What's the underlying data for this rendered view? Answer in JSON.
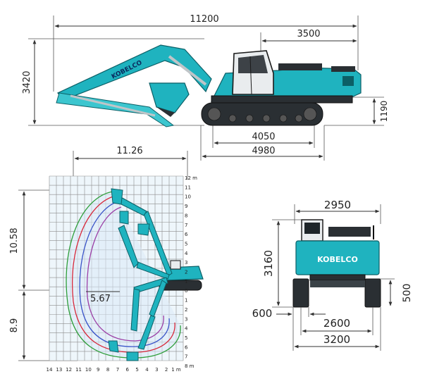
{
  "side_view": {
    "total_length": "11200",
    "rear_length": "3500",
    "height": "3420",
    "clearance": "1190",
    "tumbler_distance": "4050",
    "track_length": "4980",
    "brand": "KOBELCO"
  },
  "range_diagram": {
    "max_reach": "11.26",
    "max_height": "10.58",
    "max_dig_depth": "8.9",
    "vertical_wall_depth": "5.67",
    "right_scale": [
      "12 m",
      "11",
      "10",
      "9",
      "8",
      "7",
      "6",
      "5",
      "4",
      "3",
      "2",
      "1",
      "0",
      "1",
      "2",
      "3",
      "4",
      "5",
      "6",
      "7",
      "8 m"
    ],
    "bottom_scale": [
      "14",
      "13",
      "12",
      "11",
      "10",
      "9",
      "8",
      "7",
      "6",
      "5",
      "4",
      "3",
      "2",
      "1 m"
    ]
  },
  "rear_view": {
    "overall_width": "2950",
    "height": "3160",
    "counterweight_clearance": "500",
    "shoe_width": "600",
    "track_gauge": "2600",
    "undercarriage_width": "3200",
    "brand": "KOBELCO"
  },
  "colors": {
    "body": "#1fb3bf",
    "track": "#2a2f33",
    "curve_green": "#2e9e3a",
    "curve_red": "#d8283a",
    "curve_blue": "#3a54c8",
    "curve_purple": "#9b3fa6"
  }
}
